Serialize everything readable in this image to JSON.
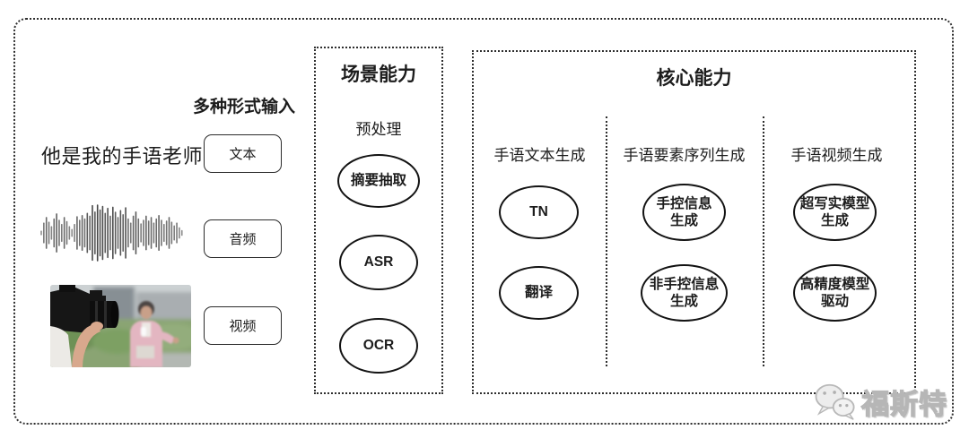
{
  "input_section": {
    "label": "多种形式输入",
    "sentence": "他是我的手语老师",
    "types": [
      {
        "label": "文本"
      },
      {
        "label": "音频"
      },
      {
        "label": "视频"
      }
    ],
    "icons": {
      "audio": "audio-waveform",
      "video": "reporter-interview-photo"
    }
  },
  "scene_box": {
    "title": "场景能力",
    "subtitle": "预处理",
    "nodes": [
      {
        "lines": [
          "摘要抽取"
        ]
      },
      {
        "lines": [
          "ASR"
        ]
      },
      {
        "lines": [
          "OCR"
        ]
      }
    ]
  },
  "core_box": {
    "title": "核心能力",
    "columns": [
      {
        "header": "手语文本生成",
        "nodes": [
          {
            "lines": [
              "TN"
            ]
          },
          {
            "lines": [
              "翻译"
            ]
          }
        ]
      },
      {
        "header": "手语要素序列生成",
        "nodes": [
          {
            "lines": [
              "手控信息",
              "生成"
            ]
          },
          {
            "lines": [
              "非手控信息",
              "生成"
            ]
          }
        ]
      },
      {
        "header": "手语视频生成",
        "nodes": [
          {
            "lines": [
              "超写实模型",
              "生成"
            ]
          },
          {
            "lines": [
              "高精度模型",
              "驱动"
            ]
          }
        ]
      }
    ]
  },
  "watermark": {
    "text": "福斯特",
    "icon": "wechat-icon"
  },
  "colors": {
    "background": "#ffffff",
    "border": "#2e2e2e",
    "node_border": "#131313",
    "text": "#1c1c1c",
    "watermark": "#c9c9c9"
  },
  "assets": {
    "waveform_amplitudes": [
      0.06,
      0.35,
      0.55,
      0.38,
      0.22,
      0.5,
      0.68,
      0.45,
      0.3,
      0.55,
      0.4,
      0.22,
      0.12,
      0.3,
      0.58,
      0.45,
      0.62,
      0.5,
      0.7,
      0.6,
      0.98,
      0.75,
      1.0,
      0.82,
      0.95,
      0.7,
      0.88,
      0.6,
      0.92,
      0.74,
      0.55,
      0.8,
      0.65,
      0.9,
      0.5,
      0.35,
      0.6,
      0.75,
      0.5,
      0.32,
      0.45,
      0.6,
      0.42,
      0.55,
      0.35,
      0.5,
      0.62,
      0.45,
      0.3,
      0.42,
      0.55,
      0.38,
      0.25,
      0.35,
      0.18,
      0.08
    ]
  }
}
